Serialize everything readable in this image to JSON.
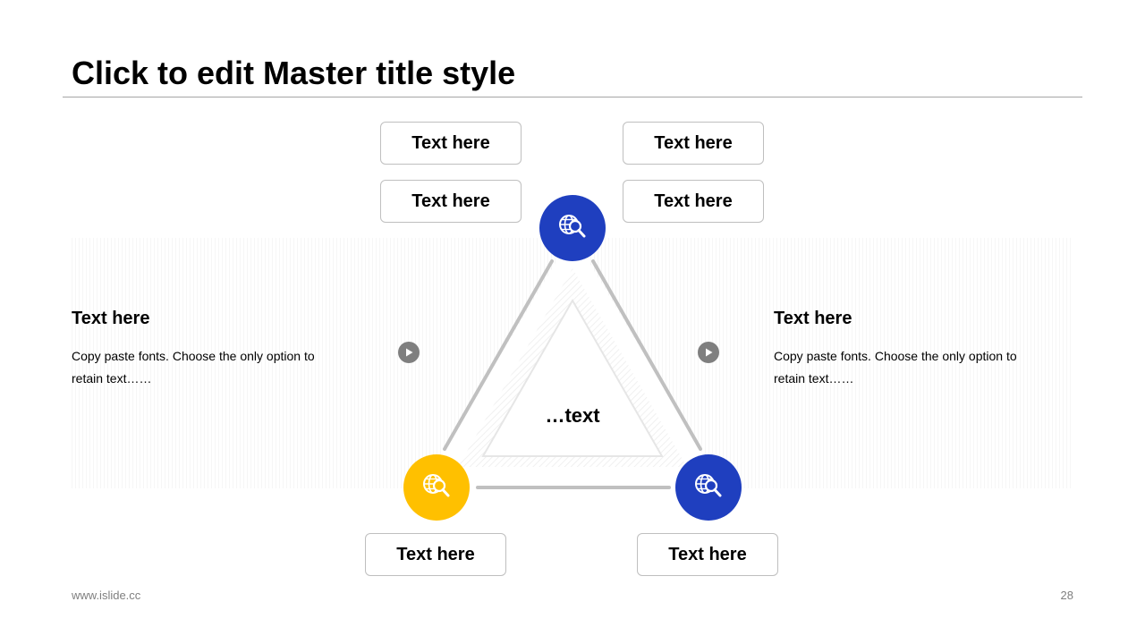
{
  "slide": {
    "title": "Click to edit Master title style"
  },
  "diagram": {
    "top_left_labels": [
      "Text here",
      "Text here"
    ],
    "top_right_labels": [
      "Text here",
      "Text here"
    ],
    "bottom_left_label": "Text here",
    "bottom_right_label": "Text here",
    "center_text": "…text",
    "node_icon": "globe-search-icon",
    "colors": {
      "blue": "#1f3fbf",
      "yellow": "#ffc000",
      "line_gray": "#c0c0c0"
    }
  },
  "left_panel": {
    "heading": "Text here",
    "body": "Copy paste fonts. Choose the only option to retain text……"
  },
  "right_panel": {
    "heading": "Text here",
    "body": "Copy paste fonts. Choose the only option to retain text……"
  },
  "footer": {
    "website": "www.islide.cc",
    "page_number": "28"
  }
}
